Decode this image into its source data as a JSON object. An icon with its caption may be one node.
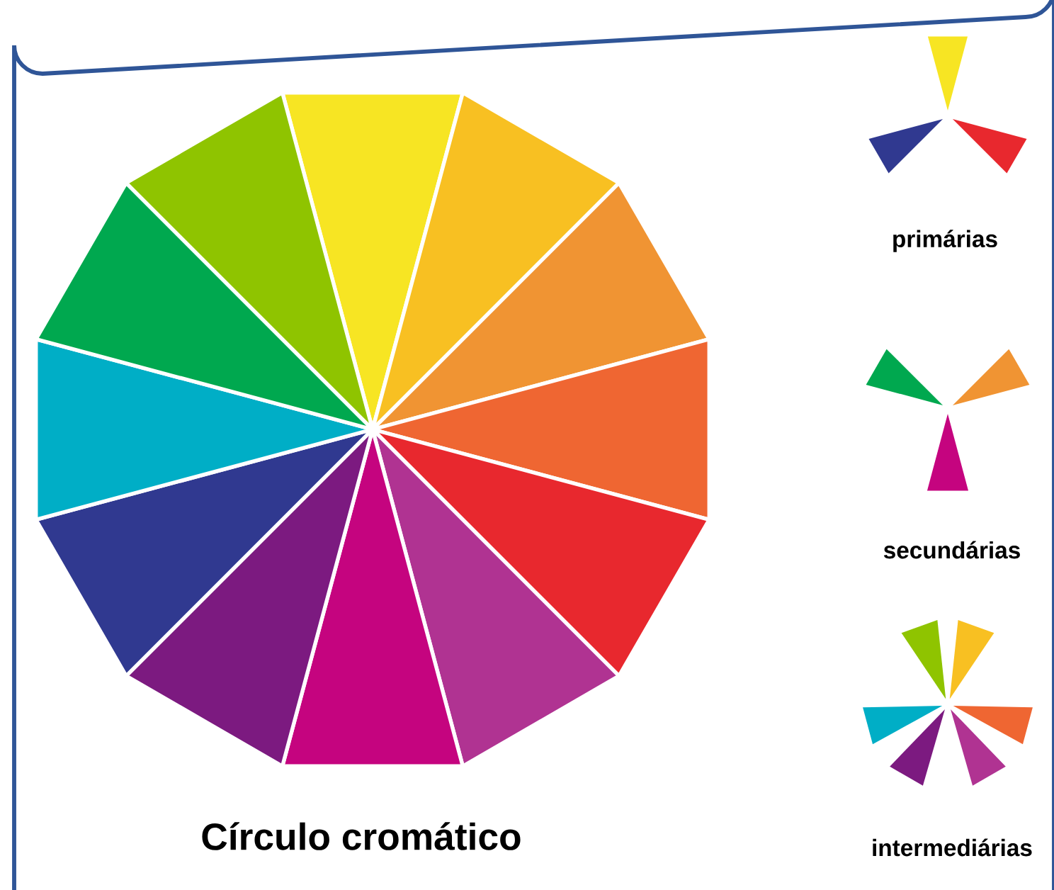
{
  "diagram": {
    "caption": "Círculo cromático",
    "labels": [
      "primárias",
      "secundárias",
      "intermediárias"
    ]
  }
}
